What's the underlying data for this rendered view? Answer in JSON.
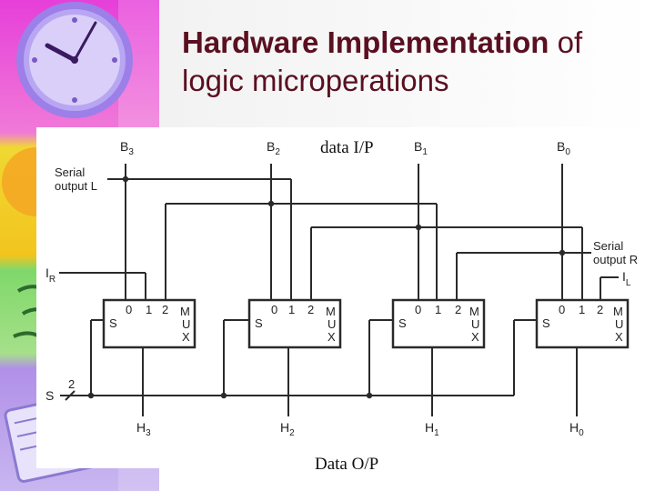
{
  "slide": {
    "title_bold": "Hardware Implementation",
    "title_rest": " of logic microperations"
  },
  "diagram": {
    "data_input_label": "data I/P",
    "data_output_label": "Data O/P",
    "serial_output_left": [
      "Serial",
      "output L"
    ],
    "serial_output_right": [
      "Serial",
      "output R"
    ],
    "input_left": {
      "main": "I",
      "sub": "R"
    },
    "input_right": {
      "main": "I",
      "sub": "L"
    },
    "select_label": "S",
    "select_width": "2",
    "inputs": [
      {
        "main": "B",
        "sub": "3"
      },
      {
        "main": "B",
        "sub": "2"
      },
      {
        "main": "B",
        "sub": "1"
      },
      {
        "main": "B",
        "sub": "0"
      }
    ],
    "outputs": [
      {
        "main": "H",
        "sub": "3"
      },
      {
        "main": "H",
        "sub": "2"
      },
      {
        "main": "H",
        "sub": "1"
      },
      {
        "main": "H",
        "sub": "0"
      }
    ],
    "mux": {
      "port_labels": [
        "0",
        "1",
        "2"
      ],
      "select_label": "S",
      "name_letters": [
        "M",
        "U",
        "X"
      ]
    }
  },
  "colors": {
    "title": "#5a1020",
    "wire": "#2a2a2a"
  },
  "decor_icons": [
    "clock-icon",
    "paper-clips-icon",
    "notebook-icon"
  ]
}
